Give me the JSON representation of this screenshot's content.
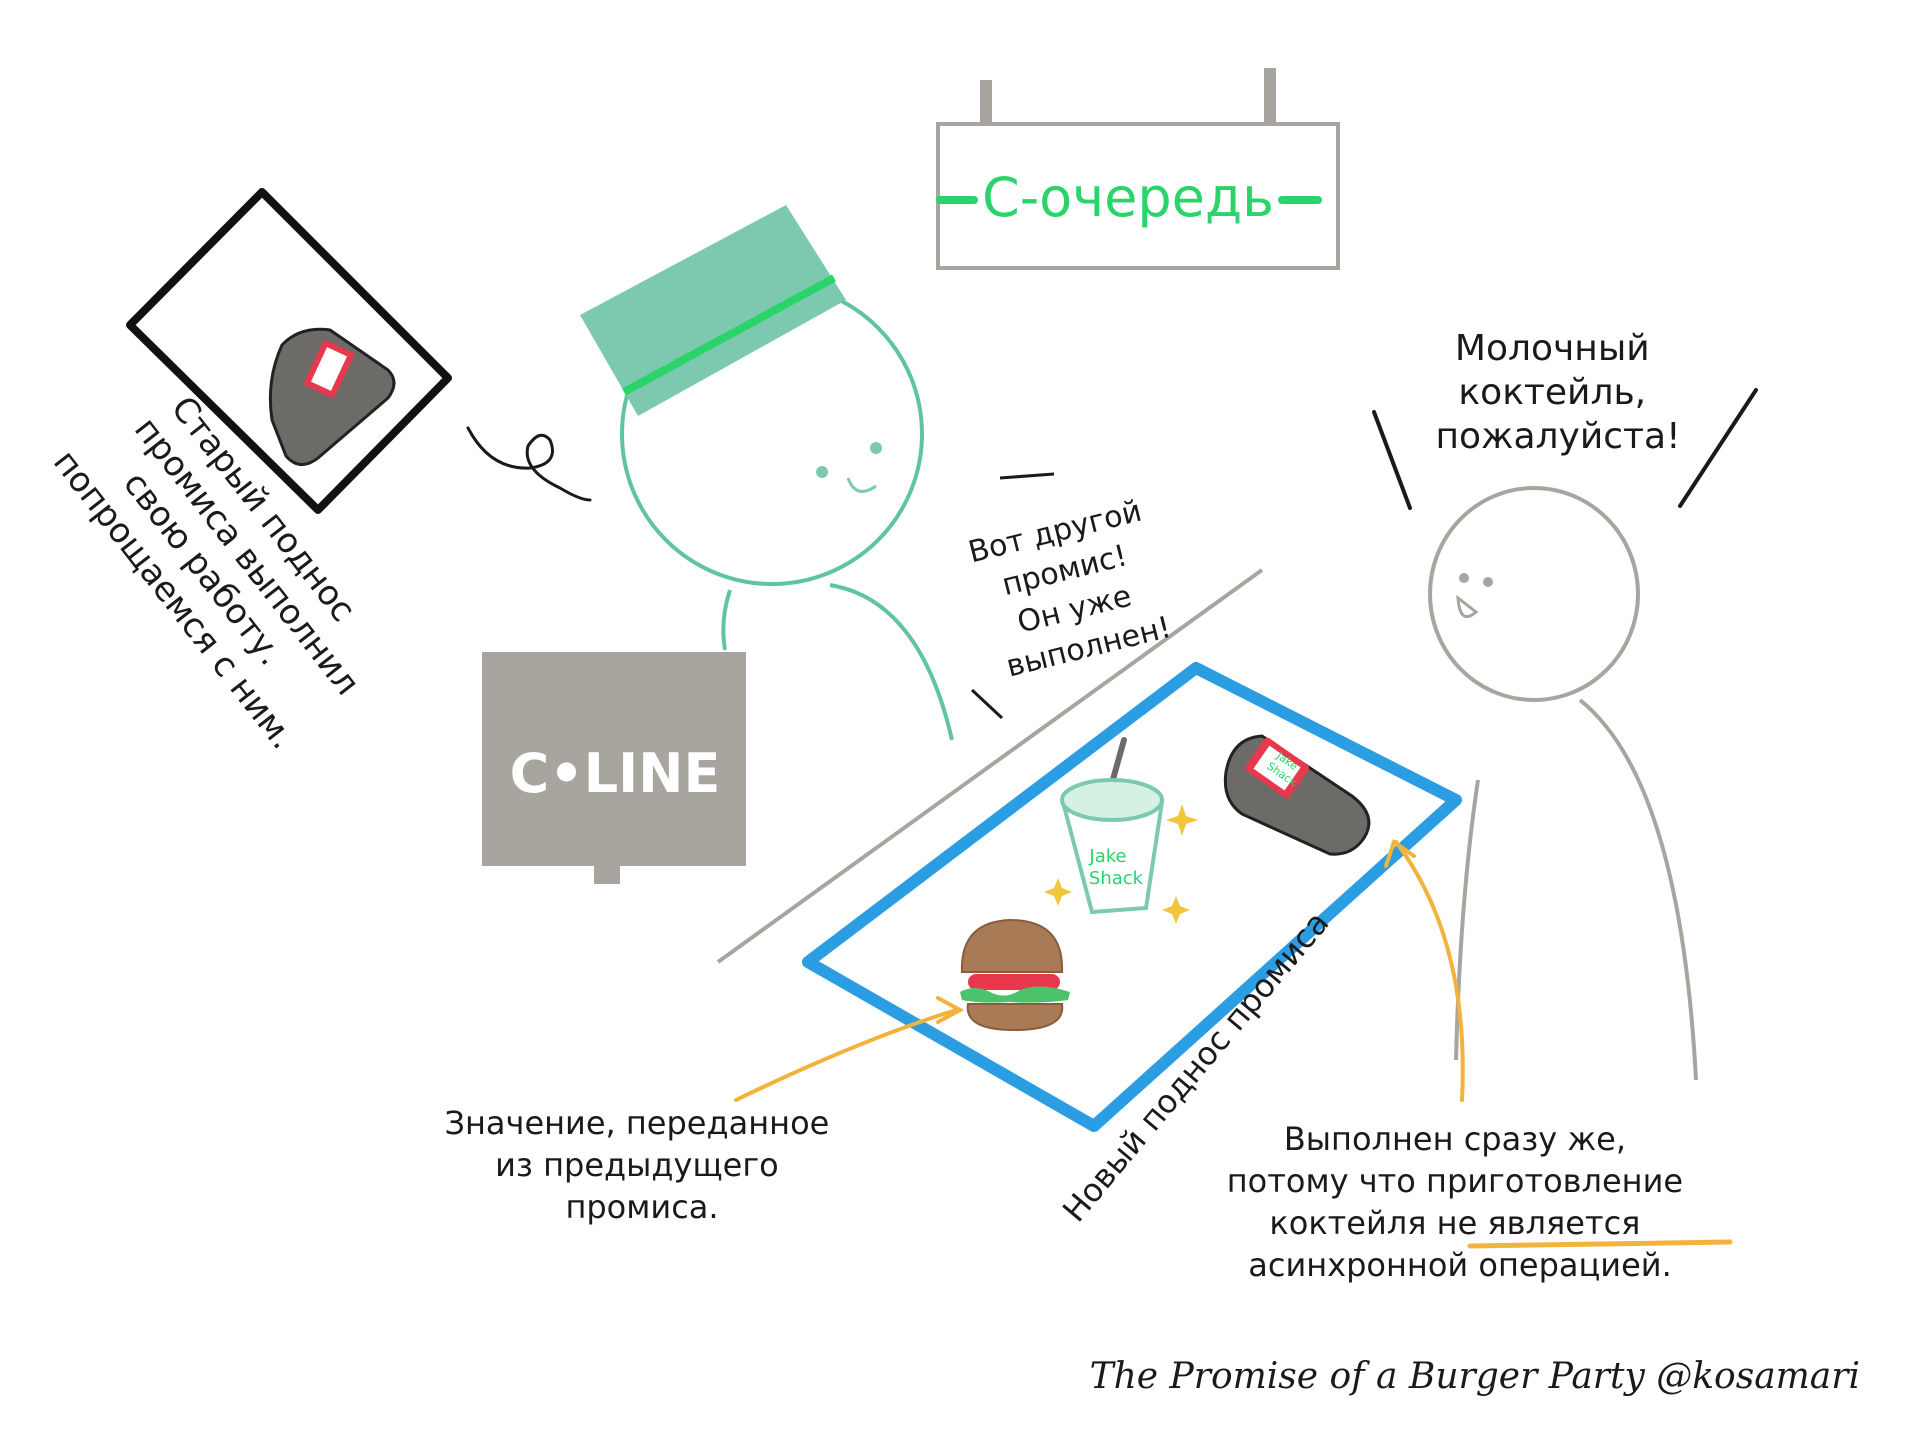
{
  "sign": {
    "text": "C-очередь"
  },
  "register": {
    "text": "C•LINE"
  },
  "cup": {
    "line1": "Jake",
    "line2": "Shack"
  },
  "pager": {
    "line1": "Jake",
    "line2": "Shack"
  },
  "old_tray_caption": {
    "lines": [
      "Старый поднос",
      "промиса выполнил",
      "свою работу.",
      "попрощаемся с ним."
    ]
  },
  "cashier_speech": {
    "lines": [
      "Вот другой",
      "промис!",
      "Он уже",
      "выполнен!"
    ]
  },
  "customer_speech": {
    "lines": [
      "Молочный",
      "коктейль,",
      "пожалуйста!"
    ]
  },
  "new_tray_label": {
    "text": "Новый поднос промиса"
  },
  "value_caption": {
    "lines": [
      "Значение, переданное",
      "из предыдущего",
      "промиса."
    ]
  },
  "fulfilled_caption": {
    "lines": [
      "Выполнен сразу же,",
      "потому что приготовление",
      "коктейля не является",
      "асинхронной операцией."
    ]
  },
  "credit": {
    "text": "The Promise of a Burger Party @kosamari"
  },
  "colors": {
    "teal": "#5fc3a4",
    "teal_fill": "#7cc9b0",
    "green": "#2ad46a",
    "gray": "#a8a59f",
    "blue": "#2b9de2",
    "yellow": "#f2b33c",
    "ink": "#1a1a1a",
    "bun": "#a97a56",
    "tomato": "#e8384d",
    "lettuce": "#4cc36b",
    "pager_body": "#6d6b68",
    "pager_screen": "#e8384d"
  }
}
